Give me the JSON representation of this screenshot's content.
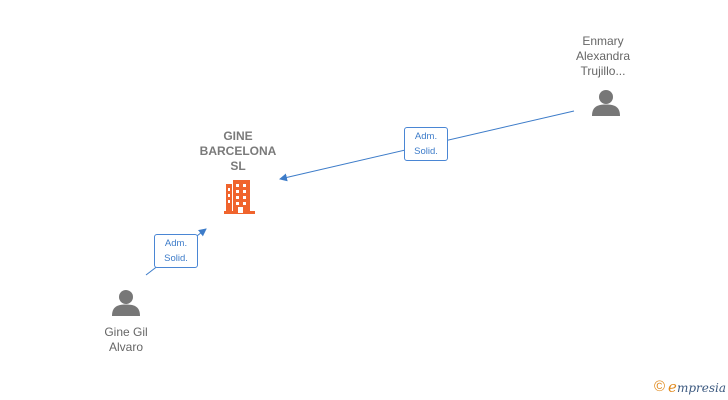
{
  "company": {
    "name_lines": [
      "GINE",
      "BARCELONA",
      "SL"
    ],
    "icon": "building-icon",
    "color": "#f0642d"
  },
  "persons": [
    {
      "id": "enmary",
      "name_lines": [
        "Enmary",
        "Alexandra",
        "Trujillo..."
      ],
      "icon": "person-icon"
    },
    {
      "id": "gine",
      "name_lines": [
        "Gine Gil",
        "Alvaro"
      ],
      "icon": "person-icon"
    }
  ],
  "edges": [
    {
      "from": "enmary",
      "to": "company",
      "label_lines": [
        "Adm.",
        "Solid."
      ]
    },
    {
      "from": "gine",
      "to": "company",
      "label_lines": [
        "Adm.",
        "Solid."
      ]
    }
  ],
  "colors": {
    "edge": "#3d7cc9",
    "person": "#777777",
    "label_text": "#666666"
  },
  "watermark": {
    "symbol": "©",
    "brand_first": "e",
    "brand_rest": "mpresia"
  }
}
